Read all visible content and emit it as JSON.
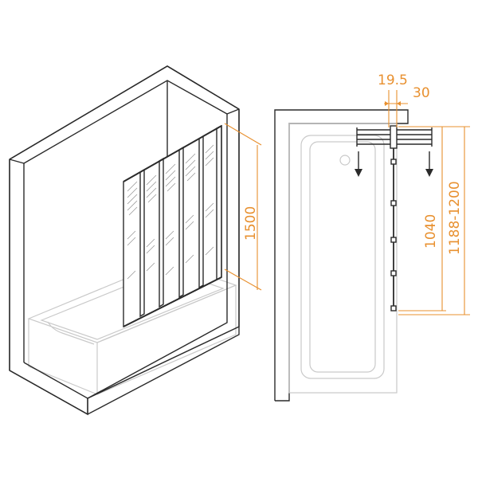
{
  "dimensions": {
    "height_total": "1500",
    "profile_width": "19.5",
    "clearance": "30",
    "panel_length": "1040",
    "opening_range": "1188-1200"
  },
  "colors": {
    "dimension": "#e8902f",
    "outline": "#2a2a2a",
    "bathtub_outline": "#c9c9c9"
  }
}
